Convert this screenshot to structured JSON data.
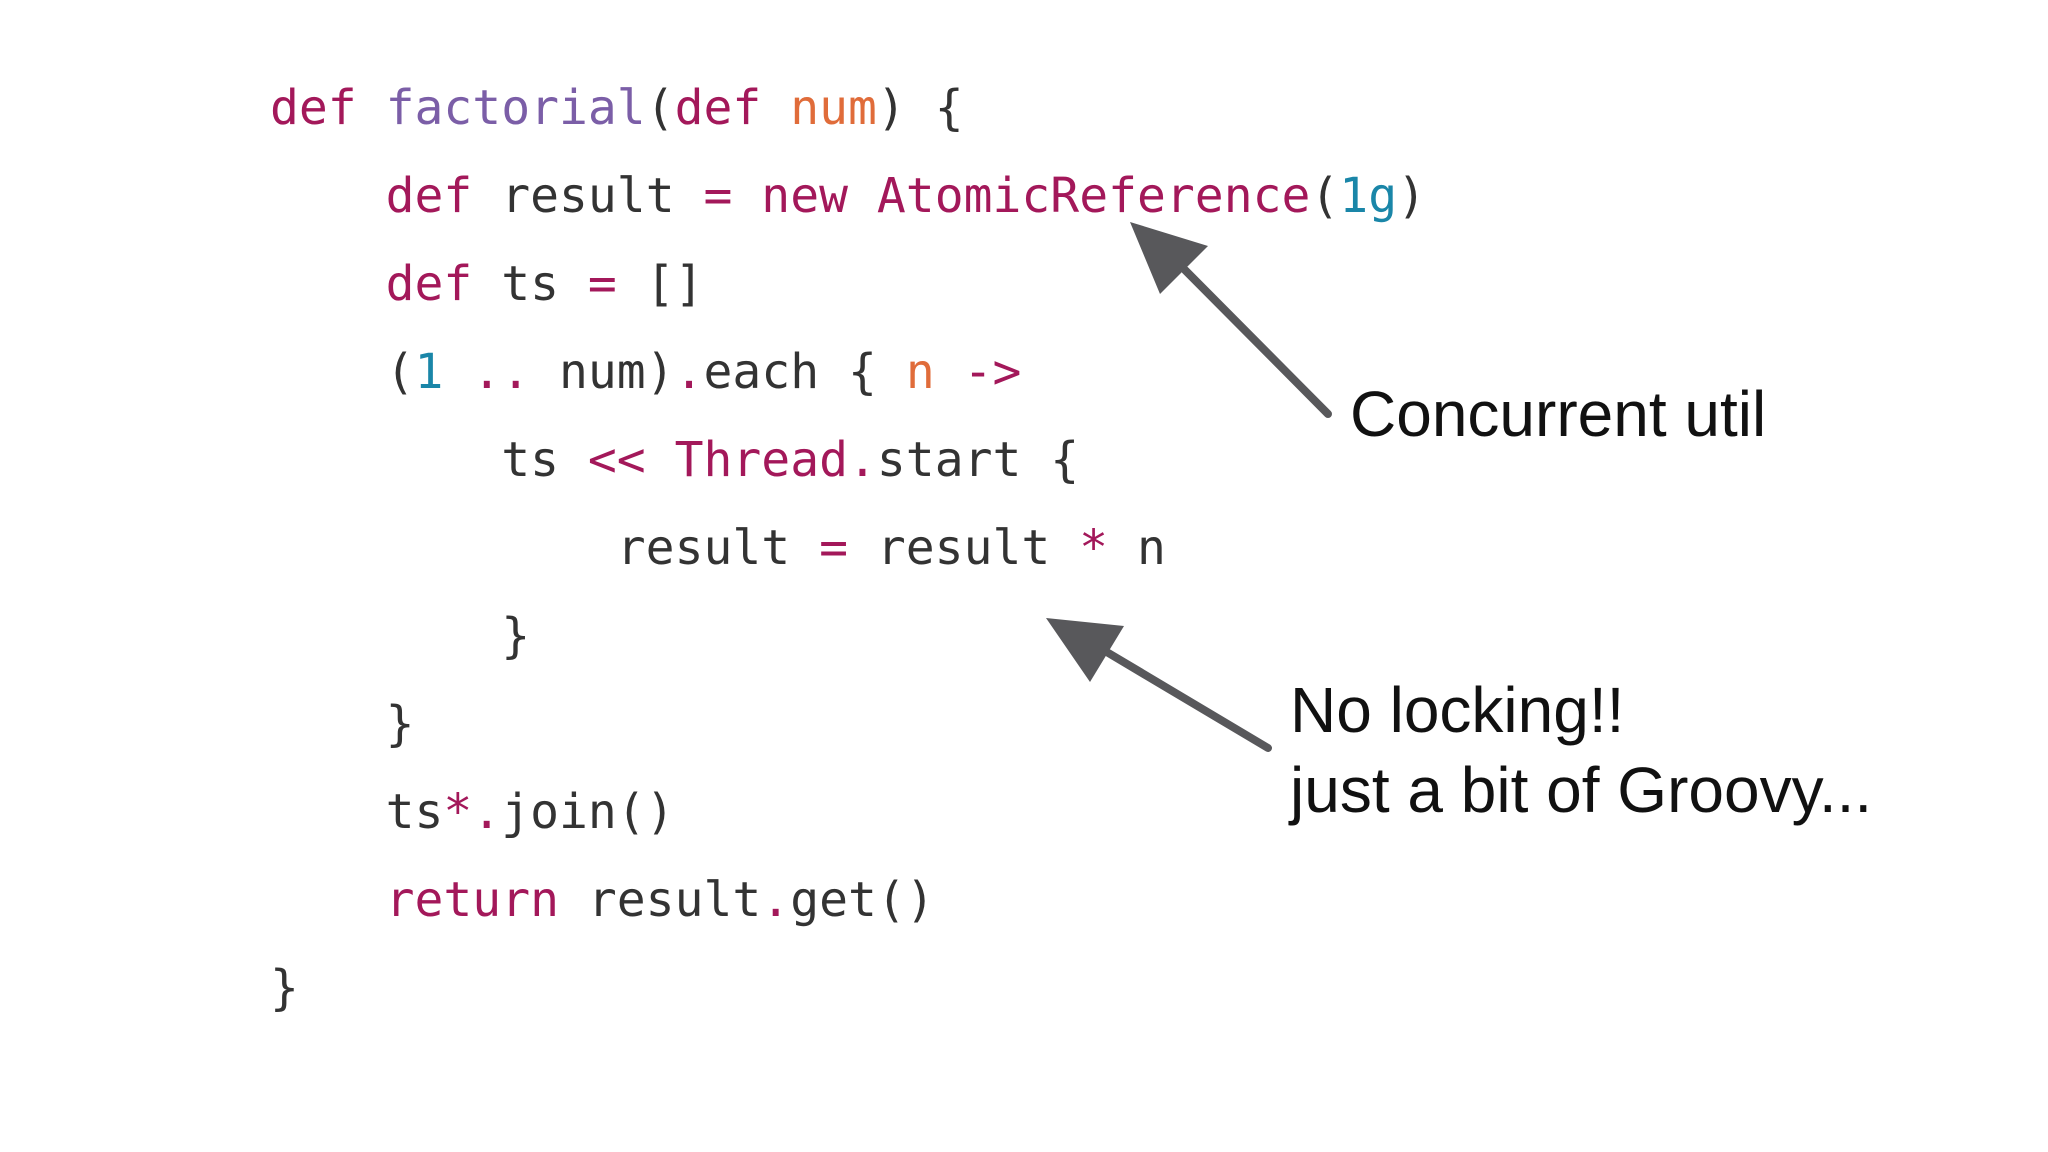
{
  "colors": {
    "keyword": "#a3185a",
    "function_name": "#7b5ea7",
    "parameter": "#e06c3a",
    "number": "#1a86a8",
    "text": "#333333",
    "arrow": "#58585b"
  },
  "code": {
    "lines": [
      {
        "indent": 0,
        "tokens": [
          {
            "t": "def",
            "c": "kw"
          },
          {
            "t": " ",
            "c": "plain"
          },
          {
            "t": "factorial",
            "c": "fn"
          },
          {
            "t": "(",
            "c": "plain"
          },
          {
            "t": "def",
            "c": "kw"
          },
          {
            "t": " ",
            "c": "plain"
          },
          {
            "t": "num",
            "c": "param"
          },
          {
            "t": ") {",
            "c": "plain"
          }
        ]
      },
      {
        "indent": 1,
        "tokens": [
          {
            "t": "def",
            "c": "kw"
          },
          {
            "t": " result ",
            "c": "plain"
          },
          {
            "t": "=",
            "c": "op"
          },
          {
            "t": " ",
            "c": "plain"
          },
          {
            "t": "new",
            "c": "kw"
          },
          {
            "t": " ",
            "c": "plain"
          },
          {
            "t": "AtomicReference",
            "c": "cls"
          },
          {
            "t": "(",
            "c": "plain"
          },
          {
            "t": "1g",
            "c": "num"
          },
          {
            "t": ")",
            "c": "plain"
          }
        ]
      },
      {
        "indent": 1,
        "tokens": [
          {
            "t": "def",
            "c": "kw"
          },
          {
            "t": " ts ",
            "c": "plain"
          },
          {
            "t": "=",
            "c": "op"
          },
          {
            "t": " []",
            "c": "plain"
          }
        ]
      },
      {
        "indent": 1,
        "tokens": [
          {
            "t": "(",
            "c": "plain"
          },
          {
            "t": "1",
            "c": "num"
          },
          {
            "t": " ",
            "c": "plain"
          },
          {
            "t": "..",
            "c": "op"
          },
          {
            "t": " num)",
            "c": "plain"
          },
          {
            "t": ".",
            "c": "op"
          },
          {
            "t": "each { ",
            "c": "plain"
          },
          {
            "t": "n",
            "c": "param"
          },
          {
            "t": " ",
            "c": "plain"
          },
          {
            "t": "->",
            "c": "op"
          }
        ]
      },
      {
        "indent": 2,
        "tokens": [
          {
            "t": "ts ",
            "c": "plain"
          },
          {
            "t": "<<",
            "c": "op"
          },
          {
            "t": " ",
            "c": "plain"
          },
          {
            "t": "Thread",
            "c": "cls"
          },
          {
            "t": ".",
            "c": "op"
          },
          {
            "t": "start {",
            "c": "plain"
          }
        ]
      },
      {
        "indent": 3,
        "tokens": [
          {
            "t": "result ",
            "c": "plain"
          },
          {
            "t": "=",
            "c": "op"
          },
          {
            "t": " result ",
            "c": "plain"
          },
          {
            "t": "*",
            "c": "op"
          },
          {
            "t": " n",
            "c": "plain"
          }
        ]
      },
      {
        "indent": 2,
        "tokens": [
          {
            "t": "}",
            "c": "plain"
          }
        ]
      },
      {
        "indent": 1,
        "tokens": [
          {
            "t": "}",
            "c": "plain"
          }
        ]
      },
      {
        "indent": 1,
        "tokens": [
          {
            "t": "ts",
            "c": "plain"
          },
          {
            "t": "*.",
            "c": "op"
          },
          {
            "t": "join()",
            "c": "plain"
          }
        ]
      },
      {
        "indent": 1,
        "tokens": [
          {
            "t": "return",
            "c": "kw"
          },
          {
            "t": " result",
            "c": "plain"
          },
          {
            "t": ".",
            "c": "op"
          },
          {
            "t": "get()",
            "c": "plain"
          }
        ]
      },
      {
        "indent": 0,
        "tokens": [
          {
            "t": "}",
            "c": "plain"
          }
        ]
      }
    ]
  },
  "annotations": {
    "concurrent": "Concurrent util",
    "no_locking_line1": "No locking!!",
    "no_locking_line2": "just a bit of Groovy..."
  }
}
